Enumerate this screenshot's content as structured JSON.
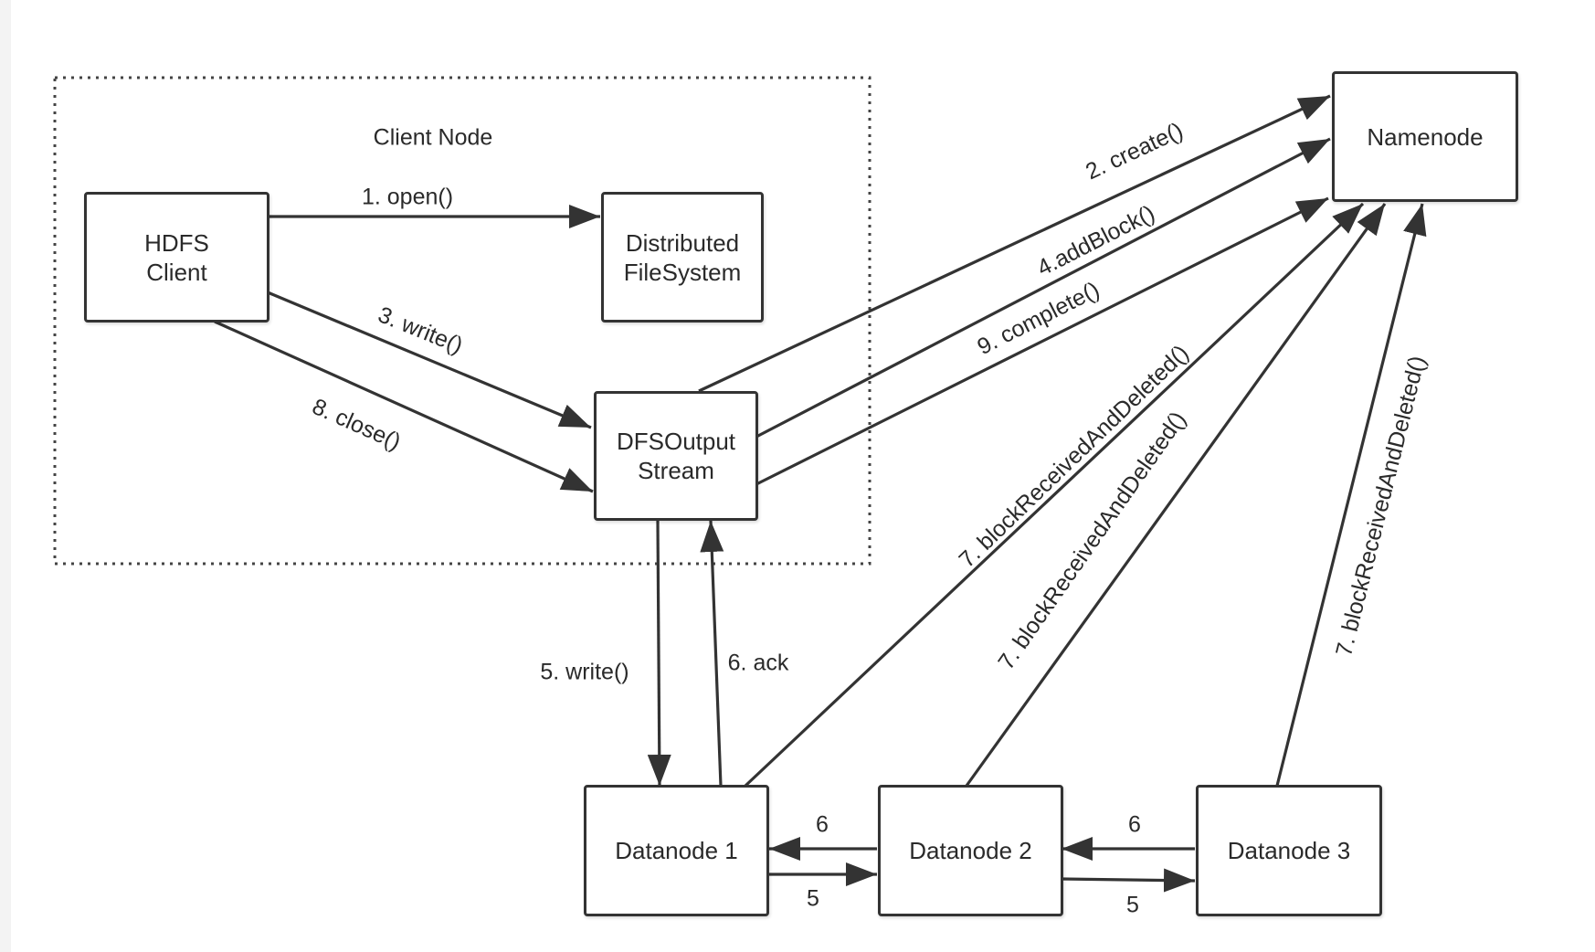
{
  "diagram": {
    "group": {
      "title": "Client Node"
    },
    "nodes": {
      "hdfs_client": [
        "HDFS",
        "Client"
      ],
      "distributed_fs": [
        "Distributed",
        "FileSystem"
      ],
      "dfs_output_stream": [
        "DFSOutput",
        "Stream"
      ],
      "namenode": [
        "Namenode"
      ],
      "datanode1": [
        "Datanode 1"
      ],
      "datanode2": [
        "Datanode 2"
      ],
      "datanode3": [
        "Datanode 3"
      ]
    },
    "edges": {
      "open": "1. open()",
      "create": "2. create()",
      "write_stream": "3. write()",
      "add_block": "4.addBlock()",
      "write_dn": "5. write()",
      "ack": "6. ack",
      "block_dn1": "7. blockReceivedAndDeleted()",
      "block_dn2": "7. blockReceivedAndDeleted()",
      "block_dn3": "7. blockReceivedAndDeleted()",
      "close": "8. close()",
      "complete": "9. complete()",
      "ack_dn2_dn1": "6",
      "write_dn1_dn2": "5",
      "ack_dn3_dn2": "6",
      "write_dn2_dn3": "5"
    },
    "colors": {
      "line": "#333333",
      "text": "#2a2a2a",
      "background": "#ffffff"
    }
  }
}
